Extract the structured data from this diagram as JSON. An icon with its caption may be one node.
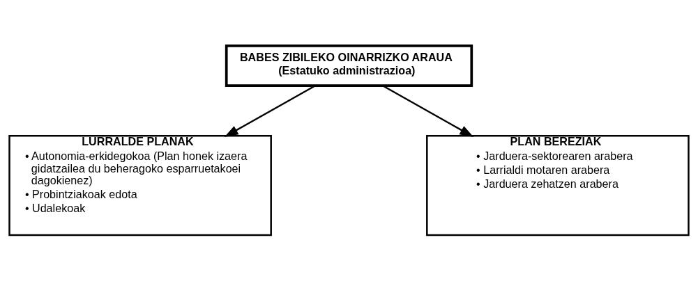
{
  "diagram": {
    "nodes": [
      {
        "text": [
          "BABES ZIBILEKO OINARRIZKO ARAUA",
          "(Estatuko administrazioa)"
        ]
      },
      {
        "text": [
          "LURRALDE PLANAK",
          "• Autonomia-erkidegokoa (Plan honek izaera gidatzailea du beheragoko esparruetakoei dagokienez)",
          "• Probintziakoak edota",
          "• Udalekoak"
        ]
      },
      {
        "text": [
          "PLAN BEREZIAK",
          "• Jarduera-sektorearen arabera",
          "• Larrialdi motaren arabera",
          "• Jarduera zehatzen arabera"
        ]
      }
    ],
    "edges": [
      {
        "from": 0,
        "to": 1,
        "arrow": "to"
      },
      {
        "from": 0,
        "to": 2,
        "arrow": "to"
      }
    ]
  }
}
